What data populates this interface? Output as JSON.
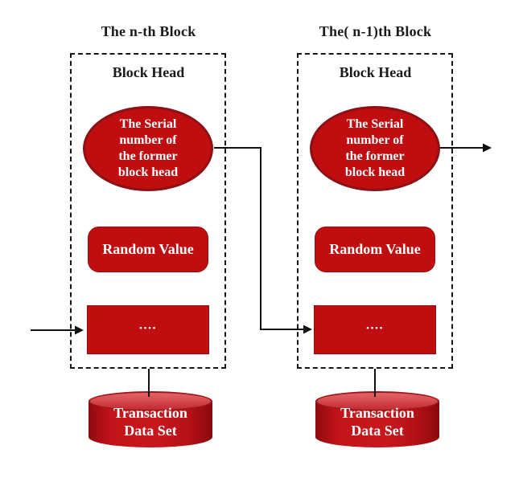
{
  "colors": {
    "shape_red": "#c00d10",
    "ellipse_border_red": "#8c1015",
    "cylinder_top_red": "#d6494e",
    "connector_black": "#111111",
    "label_on_red": "#ffffff",
    "text_black": "#1b1b1b",
    "background": "#ffffff"
  },
  "blocks": [
    {
      "title": "The n-th Block",
      "head_label": "Block Head",
      "serial_lines": [
        "The Serial",
        "number of",
        "the former",
        "block head"
      ],
      "random_label": "Random Value",
      "dots_label": "....",
      "datastore_lines": [
        "Transaction",
        "Data Set"
      ]
    },
    {
      "title": "The( n-1)th Block",
      "head_label": "Block Head",
      "serial_lines": [
        "The Serial",
        "number of",
        "the former",
        "block head"
      ],
      "random_label": "Random Value",
      "dots_label": "....",
      "datastore_lines": [
        "Transaction",
        "Data Set"
      ]
    }
  ]
}
